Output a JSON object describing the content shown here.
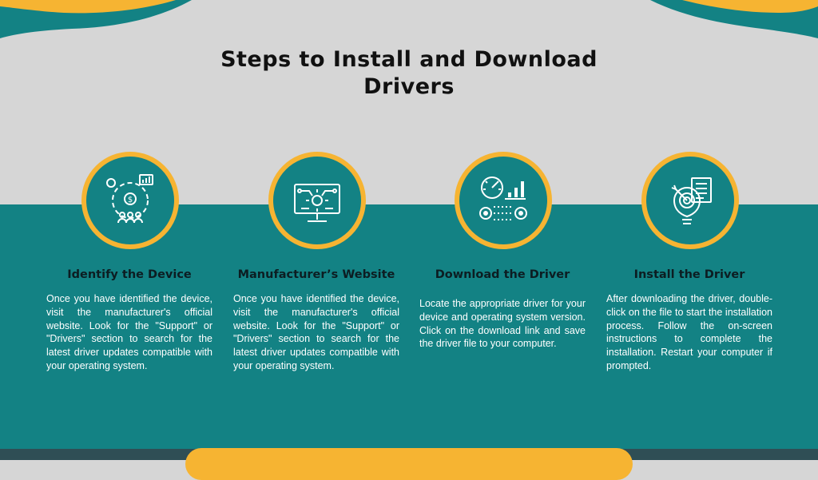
{
  "page": {
    "title": "Steps to Install and Download Drivers"
  },
  "steps": [
    {
      "title": "Identify the Device",
      "text": "Once you have identified the device, visit the manufacturer's official website. Look for the \"Support\" or \"Drivers\" section to search for the latest driver updates compatible with your operating system.",
      "icon": "device-analytics-icon"
    },
    {
      "title": "Manufacturer’s Website",
      "text": "Once you have identified the device, visit the manufacturer's official website. Look for the \"Support\" or \"Drivers\" section to search for the latest driver updates compatible with your operating system.",
      "icon": "monitor-gear-icon"
    },
    {
      "title": "Download the Driver",
      "text": "Locate the appropriate driver for your device and operating system version. Click on the download link and save the driver file to your computer.",
      "icon": "speedometer-chart-icon"
    },
    {
      "title": "Install the Driver",
      "text": "After downloading the driver, double-click on the file to start the installation process. Follow the on-screen instructions to complete the installation. Restart your computer if prompted.",
      "icon": "bulb-target-icon"
    }
  ],
  "colors": {
    "teal": "#138284",
    "gold": "#f6b432",
    "gray": "#d6d6d6",
    "dark": "#2f4e55"
  }
}
